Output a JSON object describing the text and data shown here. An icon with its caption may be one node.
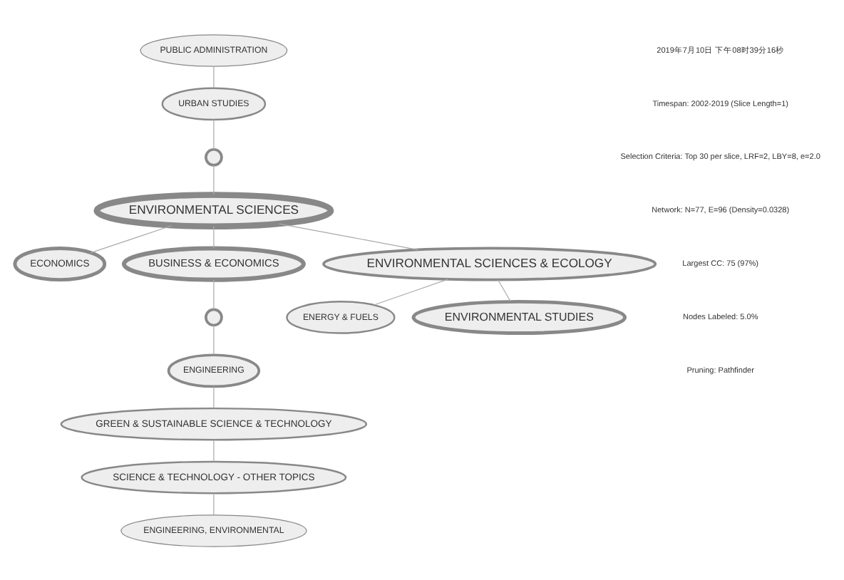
{
  "diagram": {
    "nodes": [
      {
        "text": [
          "PUBLIC ADMINISTRATION"
        ]
      },
      {
        "text": [
          "URBAN STUDIES"
        ]
      },
      {
        "text": [
          "ECONOMICS"
        ]
      },
      {
        "text": [
          "ENVIRONMENTAL SCIENCES"
        ]
      },
      {
        "text": [
          "BUSINESS & ECONOMICS"
        ]
      },
      {
        "text": [
          "ENVIRONMENTAL SCIENCES & ECOLOGY"
        ]
      },
      {
        "text": [
          "ENERGY & FUELS"
        ]
      },
      {
        "text": [
          "ENVIRONMENTAL STUDIES"
        ]
      },
      {
        "text": [
          "ENGINEERING"
        ]
      },
      {
        "text": [
          "GREEN & SUSTAINABLE SCIENCE & TECHNOLOGY"
        ]
      },
      {
        "text": [
          "SCIENCE & TECHNOLOGY - OTHER TOPICS"
        ]
      },
      {
        "text": [
          "ENGINEERING, ENVIRONMENTAL"
        ]
      },
      {
        "text": [],
        "shape": "circle"
      },
      {
        "text": [],
        "shape": "circle"
      }
    ],
    "edges": [
      {
        "from": 0,
        "to": 1,
        "arrow": "none"
      },
      {
        "from": 1,
        "to": 12,
        "arrow": "none"
      },
      {
        "from": 12,
        "to": 3,
        "arrow": "none"
      },
      {
        "from": 3,
        "to": 2,
        "arrow": "none"
      },
      {
        "from": 3,
        "to": 4,
        "arrow": "none"
      },
      {
        "from": 3,
        "to": 5,
        "arrow": "none"
      },
      {
        "from": 4,
        "to": 13,
        "arrow": "none"
      },
      {
        "from": 5,
        "to": 7,
        "arrow": "none"
      },
      {
        "from": 5,
        "to": 6,
        "arrow": "none"
      },
      {
        "from": 13,
        "to": 8,
        "arrow": "none"
      },
      {
        "from": 8,
        "to": 9,
        "arrow": "none"
      },
      {
        "from": 9,
        "to": 10,
        "arrow": "none"
      },
      {
        "from": 10,
        "to": 11,
        "arrow": "none"
      }
    ],
    "labels": [
      "2019年7月10日 下午08时39分16秒",
      "Timespan: 2002-2019 (Slice Length=1)",
      "Selection Criteria: Top 30 per slice, LRF=2, LBY=8, e=2.0",
      "Network: N=77, E=96 (Density=0.0328)",
      "Largest CC: 75 (97%)",
      "Nodes Labeled: 5.0%",
      "Pruning: Pathfinder"
    ]
  }
}
